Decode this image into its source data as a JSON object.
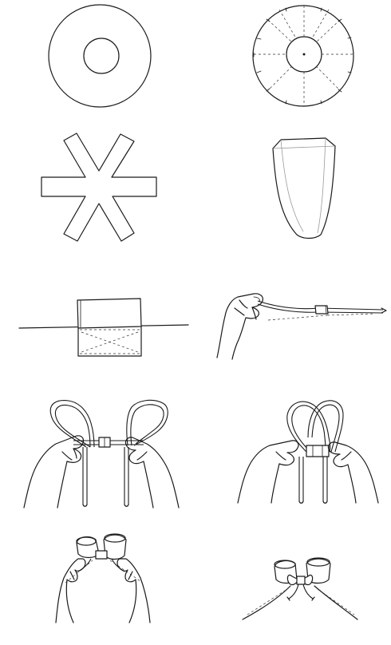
{
  "figure": {
    "panels": [
      {
        "id": "step-1",
        "subject": "ring-disc"
      },
      {
        "id": "step-2",
        "subject": "segmented-disc"
      },
      {
        "id": "step-3",
        "subject": "six-point-star-cutout"
      },
      {
        "id": "step-4",
        "subject": "folded-pouch"
      },
      {
        "id": "step-5",
        "subject": "fabric-tube-on-line"
      },
      {
        "id": "step-6",
        "subject": "hand-threading-cord"
      },
      {
        "id": "step-7",
        "subject": "hands-forming-two-loops"
      },
      {
        "id": "step-8",
        "subject": "hands-crossing-loops"
      },
      {
        "id": "step-9",
        "subject": "hands-tightening-knot"
      },
      {
        "id": "step-10",
        "subject": "finished-bow-top"
      }
    ],
    "style": {
      "ink": "#1a1a1a",
      "background": "#ffffff"
    }
  }
}
